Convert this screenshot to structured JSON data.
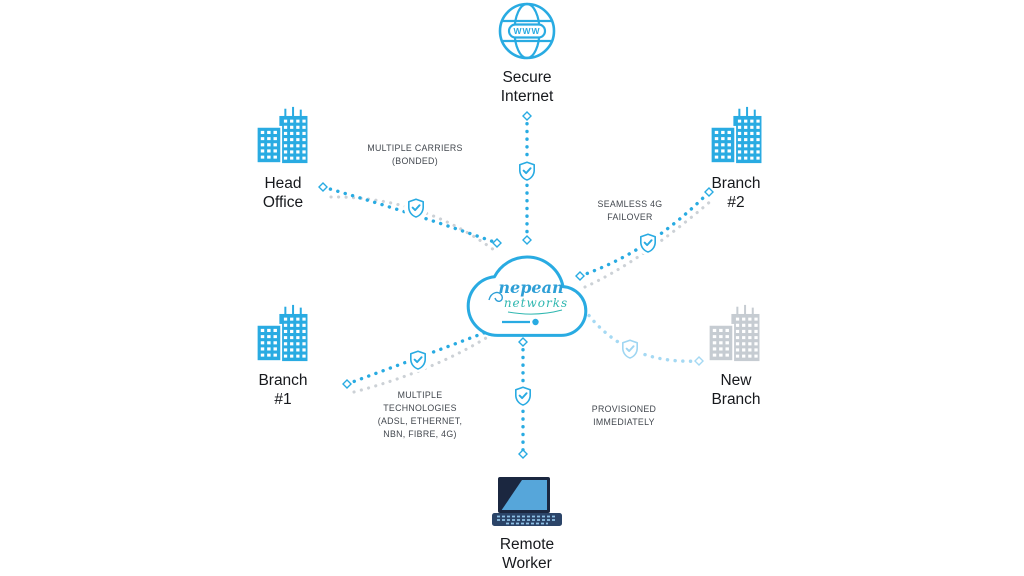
{
  "nodes": {
    "internet": {
      "line1": "Secure",
      "line2": "Internet",
      "globe_text": "WWW"
    },
    "head_office": {
      "line1": "Head",
      "line2": "Office"
    },
    "branch_2": {
      "line1": "Branch",
      "line2": "#2"
    },
    "branch_1": {
      "line1": "Branch",
      "line2": "#1"
    },
    "new_branch": {
      "line1": "New",
      "line2": "Branch"
    },
    "remote_worker": {
      "line1": "Remote",
      "line2": "Worker"
    }
  },
  "cloud": {
    "brand_line1": "nepean",
    "brand_line2": "networks"
  },
  "link_labels": {
    "head_office": {
      "line1": "MULTIPLE CARRIERS",
      "line2": "(BONDED)"
    },
    "branch_2": {
      "line1": "SEAMLESS 4G",
      "line2": "FAILOVER"
    },
    "branch_1": {
      "line1": "MULTIPLE",
      "line2": "TECHNOLOGIES",
      "line3": "(ADSL, ETHERNET,",
      "line4": "NBN, FIBRE, 4G)"
    },
    "new_branch": {
      "line1": "PROVISIONED",
      "line2": "IMMEDIATELY"
    }
  },
  "colors": {
    "primary_blue": "#29abe2",
    "light_link": "#a5d9f3",
    "gray_link": "#ccd1d6",
    "gray_building": "#c6ccd2",
    "brand_blue": "#2e9fd6",
    "brand_teal": "#2fb7b0",
    "laptop_dark": "#1b2740",
    "laptop_screen": "#56a6da",
    "label_text": "#42474e",
    "node_text": "#17191d"
  }
}
